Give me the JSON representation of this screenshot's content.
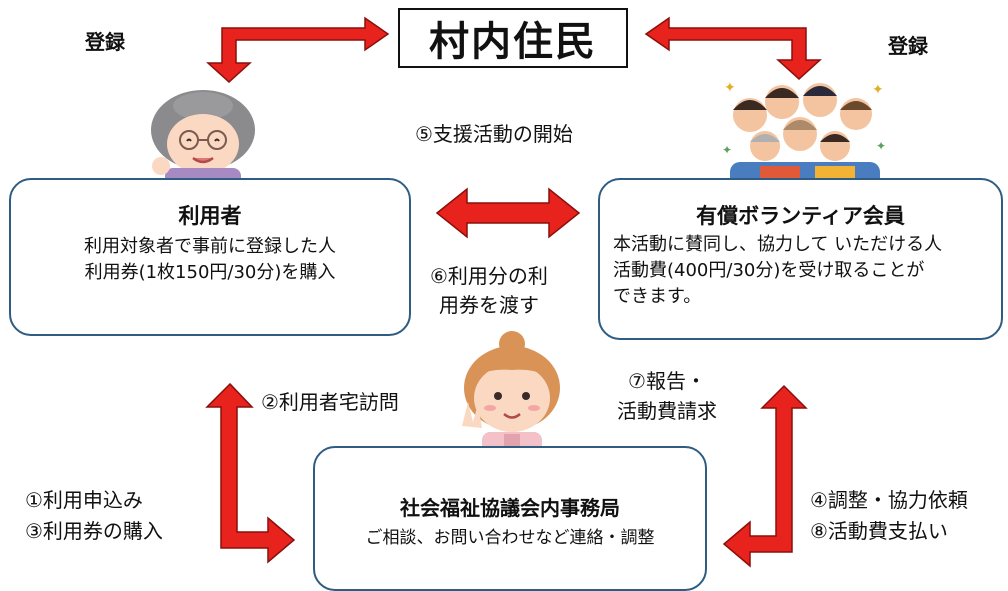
{
  "title": "村内住民",
  "register_left": "登録",
  "register_right": "登録",
  "step5": "⑤支援活動の開始",
  "user": {
    "heading": "利用者",
    "lines": [
      "利用対象者で事前に登録した人",
      "利用券(1枚150円/30分)を購入"
    ]
  },
  "volunteer": {
    "heading": "有償ボランティア会員",
    "lines": [
      "本活動に賛同し、協力して いただける人",
      "活動費(400円/30分)を受け取ることが",
      "できます。"
    ]
  },
  "step6": [
    "⑥利用分の利",
    "用券を渡す"
  ],
  "step2": "②利用者宅訪問",
  "step7": [
    "⑦報告・",
    "活動費請求"
  ],
  "left_steps": [
    "①利用申込み",
    "③利用券の購入"
  ],
  "right_steps": [
    "④調整・協力依頼",
    "⑧活動費支払い"
  ],
  "office": {
    "heading": "社会福祉協議会内事務局",
    "line": "ご相談、お問い合わせなど連絡・調整"
  },
  "colors": {
    "arrow_fill": "#e8221d",
    "arrow_stroke": "#8a0f0b",
    "panel_border": "#2e5c82"
  }
}
